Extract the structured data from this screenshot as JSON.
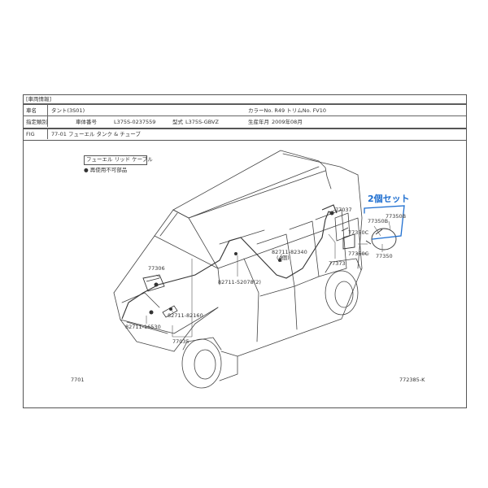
{
  "header": {
    "section_title": "[車両情報]",
    "car_name_label": "車名",
    "car_name": "タント(3S01)",
    "color_trim": "カラーNo. R49  トリムNo. FV10",
    "designation_label": "指定類別",
    "chassis_label": "車体番号",
    "chassis_no": "L375S-0237559",
    "model_label": "型式",
    "model": "L375S-GBVZ",
    "production_label": "生産年月",
    "production": "2009年08月",
    "fig_label": "FIG",
    "fig_value": "77-01 フューエル タンク & チューブ"
  },
  "diagram": {
    "caption": "フューエル リッド ケーブル",
    "bullet_note": "● 再使用不可部品",
    "handwritten_note": "2個セット",
    "fig_code_left": "7701",
    "fig_code_right": "772385-K",
    "parts": [
      {
        "id": "p77037",
        "label": "77037"
      },
      {
        "id": "p77350b_1",
        "label": "77350B"
      },
      {
        "id": "p77350b_2",
        "label": "77350B"
      },
      {
        "id": "p77350c_1",
        "label": "77350C"
      },
      {
        "id": "p77350c_2",
        "label": "77350C"
      },
      {
        "id": "p77350",
        "label": "77350"
      },
      {
        "id": "p77373",
        "label": "77373"
      },
      {
        "id": "p77306",
        "label": "77306"
      },
      {
        "id": "p77035",
        "label": "77035"
      },
      {
        "id": "p82711_82340",
        "label": "82711-82340"
      },
      {
        "id": "p82711_82340_sub",
        "label": "(4個)"
      },
      {
        "id": "p82711_52078",
        "label": "82711-52078(2)"
      },
      {
        "id": "p82711_16530",
        "label": "82711-16530"
      },
      {
        "id": "p82711_82160",
        "label": "82711-82160"
      }
    ]
  }
}
